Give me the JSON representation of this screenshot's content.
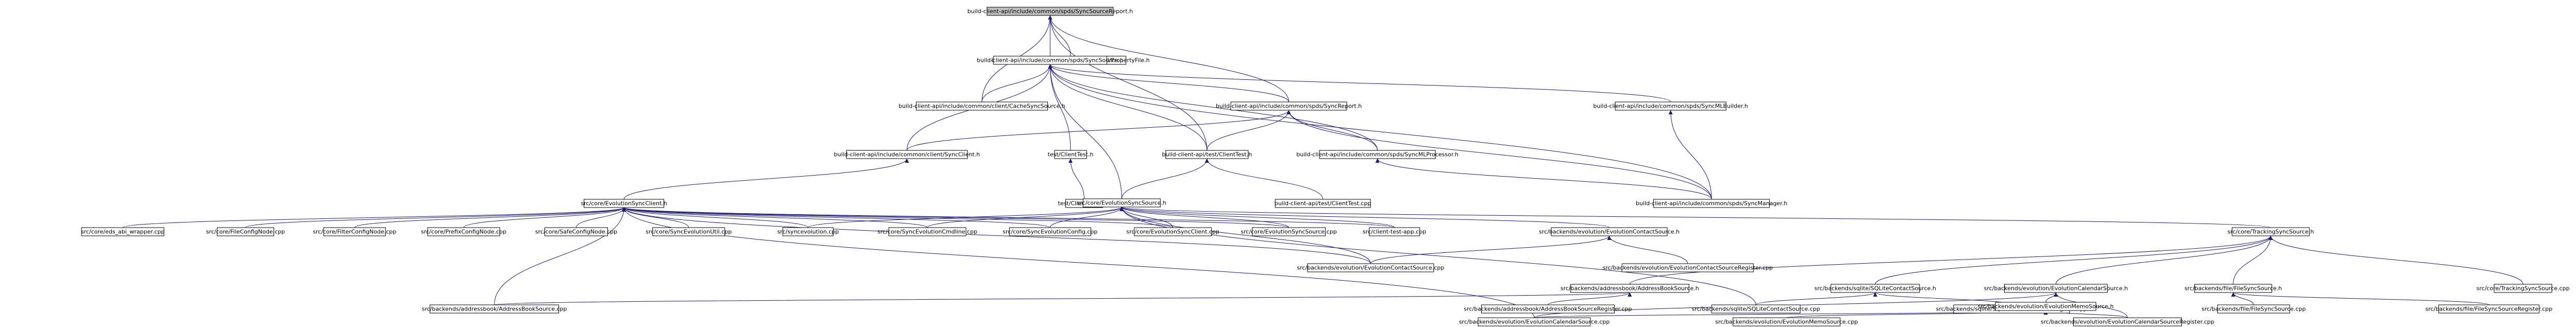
{
  "colors": {
    "edge": "#191970",
    "node_border": "#000000",
    "root_fill": "#bfbfbf",
    "node_fill": "#ffffff"
  },
  "nodes": [
    {
      "id": "n0",
      "label": "build-client-api/include/common/spds/SyncSourceReport.h",
      "root": true
    },
    {
      "id": "n1",
      "label": "build-client-api/include/common/base/util/PropertyFile.h"
    },
    {
      "id": "n2",
      "label": "build-client-api/include/common/spds/SyncSource.h"
    },
    {
      "id": "n3",
      "label": "build-client-api/include/common/client/CacheSyncSource.h"
    },
    {
      "id": "n4",
      "label": "build-client-api/include/common/spds/SyncReport.h"
    },
    {
      "id": "n5",
      "label": "build-client-api/include/common/spds/SyncMLBuilder.h"
    },
    {
      "id": "n6",
      "label": "build-client-api/include/common/client/SyncClient.h"
    },
    {
      "id": "n7",
      "label": "test/ClientTest.h"
    },
    {
      "id": "n8",
      "label": "build-client-api/test/ClientTest.h"
    },
    {
      "id": "n9",
      "label": "build-client-api/include/common/spds/SyncMLProcessor.h"
    },
    {
      "id": "n10",
      "label": "test/ClientTest.cpp"
    },
    {
      "id": "n11",
      "label": "build-client-api/test/ClientTest.cpp"
    },
    {
      "id": "n12",
      "label": "build-client-api/include/common/spds/SyncManager.h"
    },
    {
      "id": "n13",
      "label": "src/core/EvolutionSyncClient.h"
    },
    {
      "id": "n14",
      "label": "src/core/EvolutionSyncSource.h"
    },
    {
      "id": "n15",
      "label": "src/core/eds_abi_wrapper.cpp"
    },
    {
      "id": "n16",
      "label": "src/core/FileConfigNode.cpp"
    },
    {
      "id": "n17",
      "label": "src/core/FilterConfigNode.cpp"
    },
    {
      "id": "n18",
      "label": "src/core/PrefixConfigNode.cpp"
    },
    {
      "id": "n19",
      "label": "src/core/SafeConfigNode.cpp"
    },
    {
      "id": "n20",
      "label": "src/core/SyncEvolutionUtil.cpp"
    },
    {
      "id": "n21",
      "label": "src/syncevolution.cpp"
    },
    {
      "id": "n22",
      "label": "src/core/SyncEvolutionCmdline.cpp"
    },
    {
      "id": "n23",
      "label": "src/core/SyncEvolutionConfig.cpp"
    },
    {
      "id": "n24",
      "label": "src/core/EvolutionSyncClient.cpp"
    },
    {
      "id": "n25",
      "label": "src/core/EvolutionSyncSource.cpp"
    },
    {
      "id": "n26",
      "label": "src/client-test-app.cpp"
    },
    {
      "id": "n27",
      "label": "src/backends/evolution/EvolutionContactSource.h"
    },
    {
      "id": "n28",
      "label": "src/core/TrackingSyncSource.h"
    },
    {
      "id": "n29",
      "label": "src/backends/evolution/EvolutionContactSource.cpp"
    },
    {
      "id": "n30",
      "label": "src/backends/evolution/EvolutionContactSourceRegister.cpp"
    },
    {
      "id": "n31",
      "label": "src/backends/addressbook/AddressBookSource.h"
    },
    {
      "id": "n32",
      "label": "src/backends/sqlite/SQLiteContactSource.h"
    },
    {
      "id": "n33",
      "label": "src/backends/evolution/EvolutionCalendarSource.h"
    },
    {
      "id": "n34",
      "label": "src/backends/file/FileSyncSource.h"
    },
    {
      "id": "n35",
      "label": "src/core/TrackingSyncSource.cpp"
    },
    {
      "id": "n36",
      "label": "src/backends/addressbook/AddressBookSource.cpp"
    },
    {
      "id": "n37",
      "label": "src/backends/addressbook/AddressBookSourceRegister.cpp"
    },
    {
      "id": "n38",
      "label": "src/backends/sqlite/SQLiteContactSource.cpp"
    },
    {
      "id": "n39",
      "label": "src/backends/sqlite/SQLiteContactSourceRegister.cpp"
    },
    {
      "id": "n40",
      "label": "src/backends/evolution/EvolutionMemoSource.h"
    },
    {
      "id": "n41",
      "label": "src/backends/file/FileSyncSource.cpp"
    },
    {
      "id": "n42",
      "label": "src/backends/file/FileSyncSourceRegister.cpp"
    },
    {
      "id": "n43",
      "label": "src/backends/evolution/EvolutionCalendarSource.cpp"
    },
    {
      "id": "n44",
      "label": "src/backends/evolution/EvolutionMemoSource.cpp"
    },
    {
      "id": "n45",
      "label": "src/backends/evolution/EvolutionCalendarSourceRegister.cpp"
    }
  ],
  "edges": [
    [
      "n1",
      "n0"
    ],
    [
      "n2",
      "n0"
    ],
    [
      "n3",
      "n0"
    ],
    [
      "n4",
      "n0"
    ],
    [
      "n8",
      "n0"
    ],
    [
      "n3",
      "n2"
    ],
    [
      "n4",
      "n2"
    ],
    [
      "n6",
      "n2"
    ],
    [
      "n7",
      "n2"
    ],
    [
      "n8",
      "n2"
    ],
    [
      "n9",
      "n2"
    ],
    [
      "n12",
      "n2"
    ],
    [
      "n5",
      "n2"
    ],
    [
      "n14",
      "n2"
    ],
    [
      "n6",
      "n4"
    ],
    [
      "n8",
      "n4"
    ],
    [
      "n9",
      "n4"
    ],
    [
      "n12",
      "n4"
    ],
    [
      "n12",
      "n5"
    ],
    [
      "n13",
      "n6"
    ],
    [
      "n10",
      "n7"
    ],
    [
      "n11",
      "n8"
    ],
    [
      "n14",
      "n8"
    ],
    [
      "n12",
      "n9"
    ],
    [
      "n15",
      "n13"
    ],
    [
      "n16",
      "n13"
    ],
    [
      "n17",
      "n13"
    ],
    [
      "n18",
      "n13"
    ],
    [
      "n19",
      "n13"
    ],
    [
      "n20",
      "n13"
    ],
    [
      "n21",
      "n13"
    ],
    [
      "n22",
      "n13"
    ],
    [
      "n23",
      "n13"
    ],
    [
      "n24",
      "n13"
    ],
    [
      "n25",
      "n13"
    ],
    [
      "n26",
      "n13"
    ],
    [
      "n29",
      "n13"
    ],
    [
      "n36",
      "n13"
    ],
    [
      "n43",
      "n13"
    ],
    [
      "n21",
      "n14"
    ],
    [
      "n22",
      "n14"
    ],
    [
      "n23",
      "n14"
    ],
    [
      "n24",
      "n14"
    ],
    [
      "n25",
      "n14"
    ],
    [
      "n26",
      "n14"
    ],
    [
      "n27",
      "n14"
    ],
    [
      "n28",
      "n14"
    ],
    [
      "n29",
      "n14"
    ],
    [
      "n38",
      "n14"
    ],
    [
      "n29",
      "n27"
    ],
    [
      "n30",
      "n27"
    ],
    [
      "n31",
      "n28"
    ],
    [
      "n32",
      "n28"
    ],
    [
      "n33",
      "n28"
    ],
    [
      "n34",
      "n28"
    ],
    [
      "n35",
      "n28"
    ],
    [
      "n36",
      "n31"
    ],
    [
      "n37",
      "n31"
    ],
    [
      "n38",
      "n32"
    ],
    [
      "n39",
      "n32"
    ],
    [
      "n40",
      "n33"
    ],
    [
      "n43",
      "n33"
    ],
    [
      "n45",
      "n33"
    ],
    [
      "n41",
      "n34"
    ],
    [
      "n42",
      "n34"
    ],
    [
      "n44",
      "n40"
    ],
    [
      "n45",
      "n40"
    ],
    [
      "n43",
      "n40"
    ]
  ]
}
